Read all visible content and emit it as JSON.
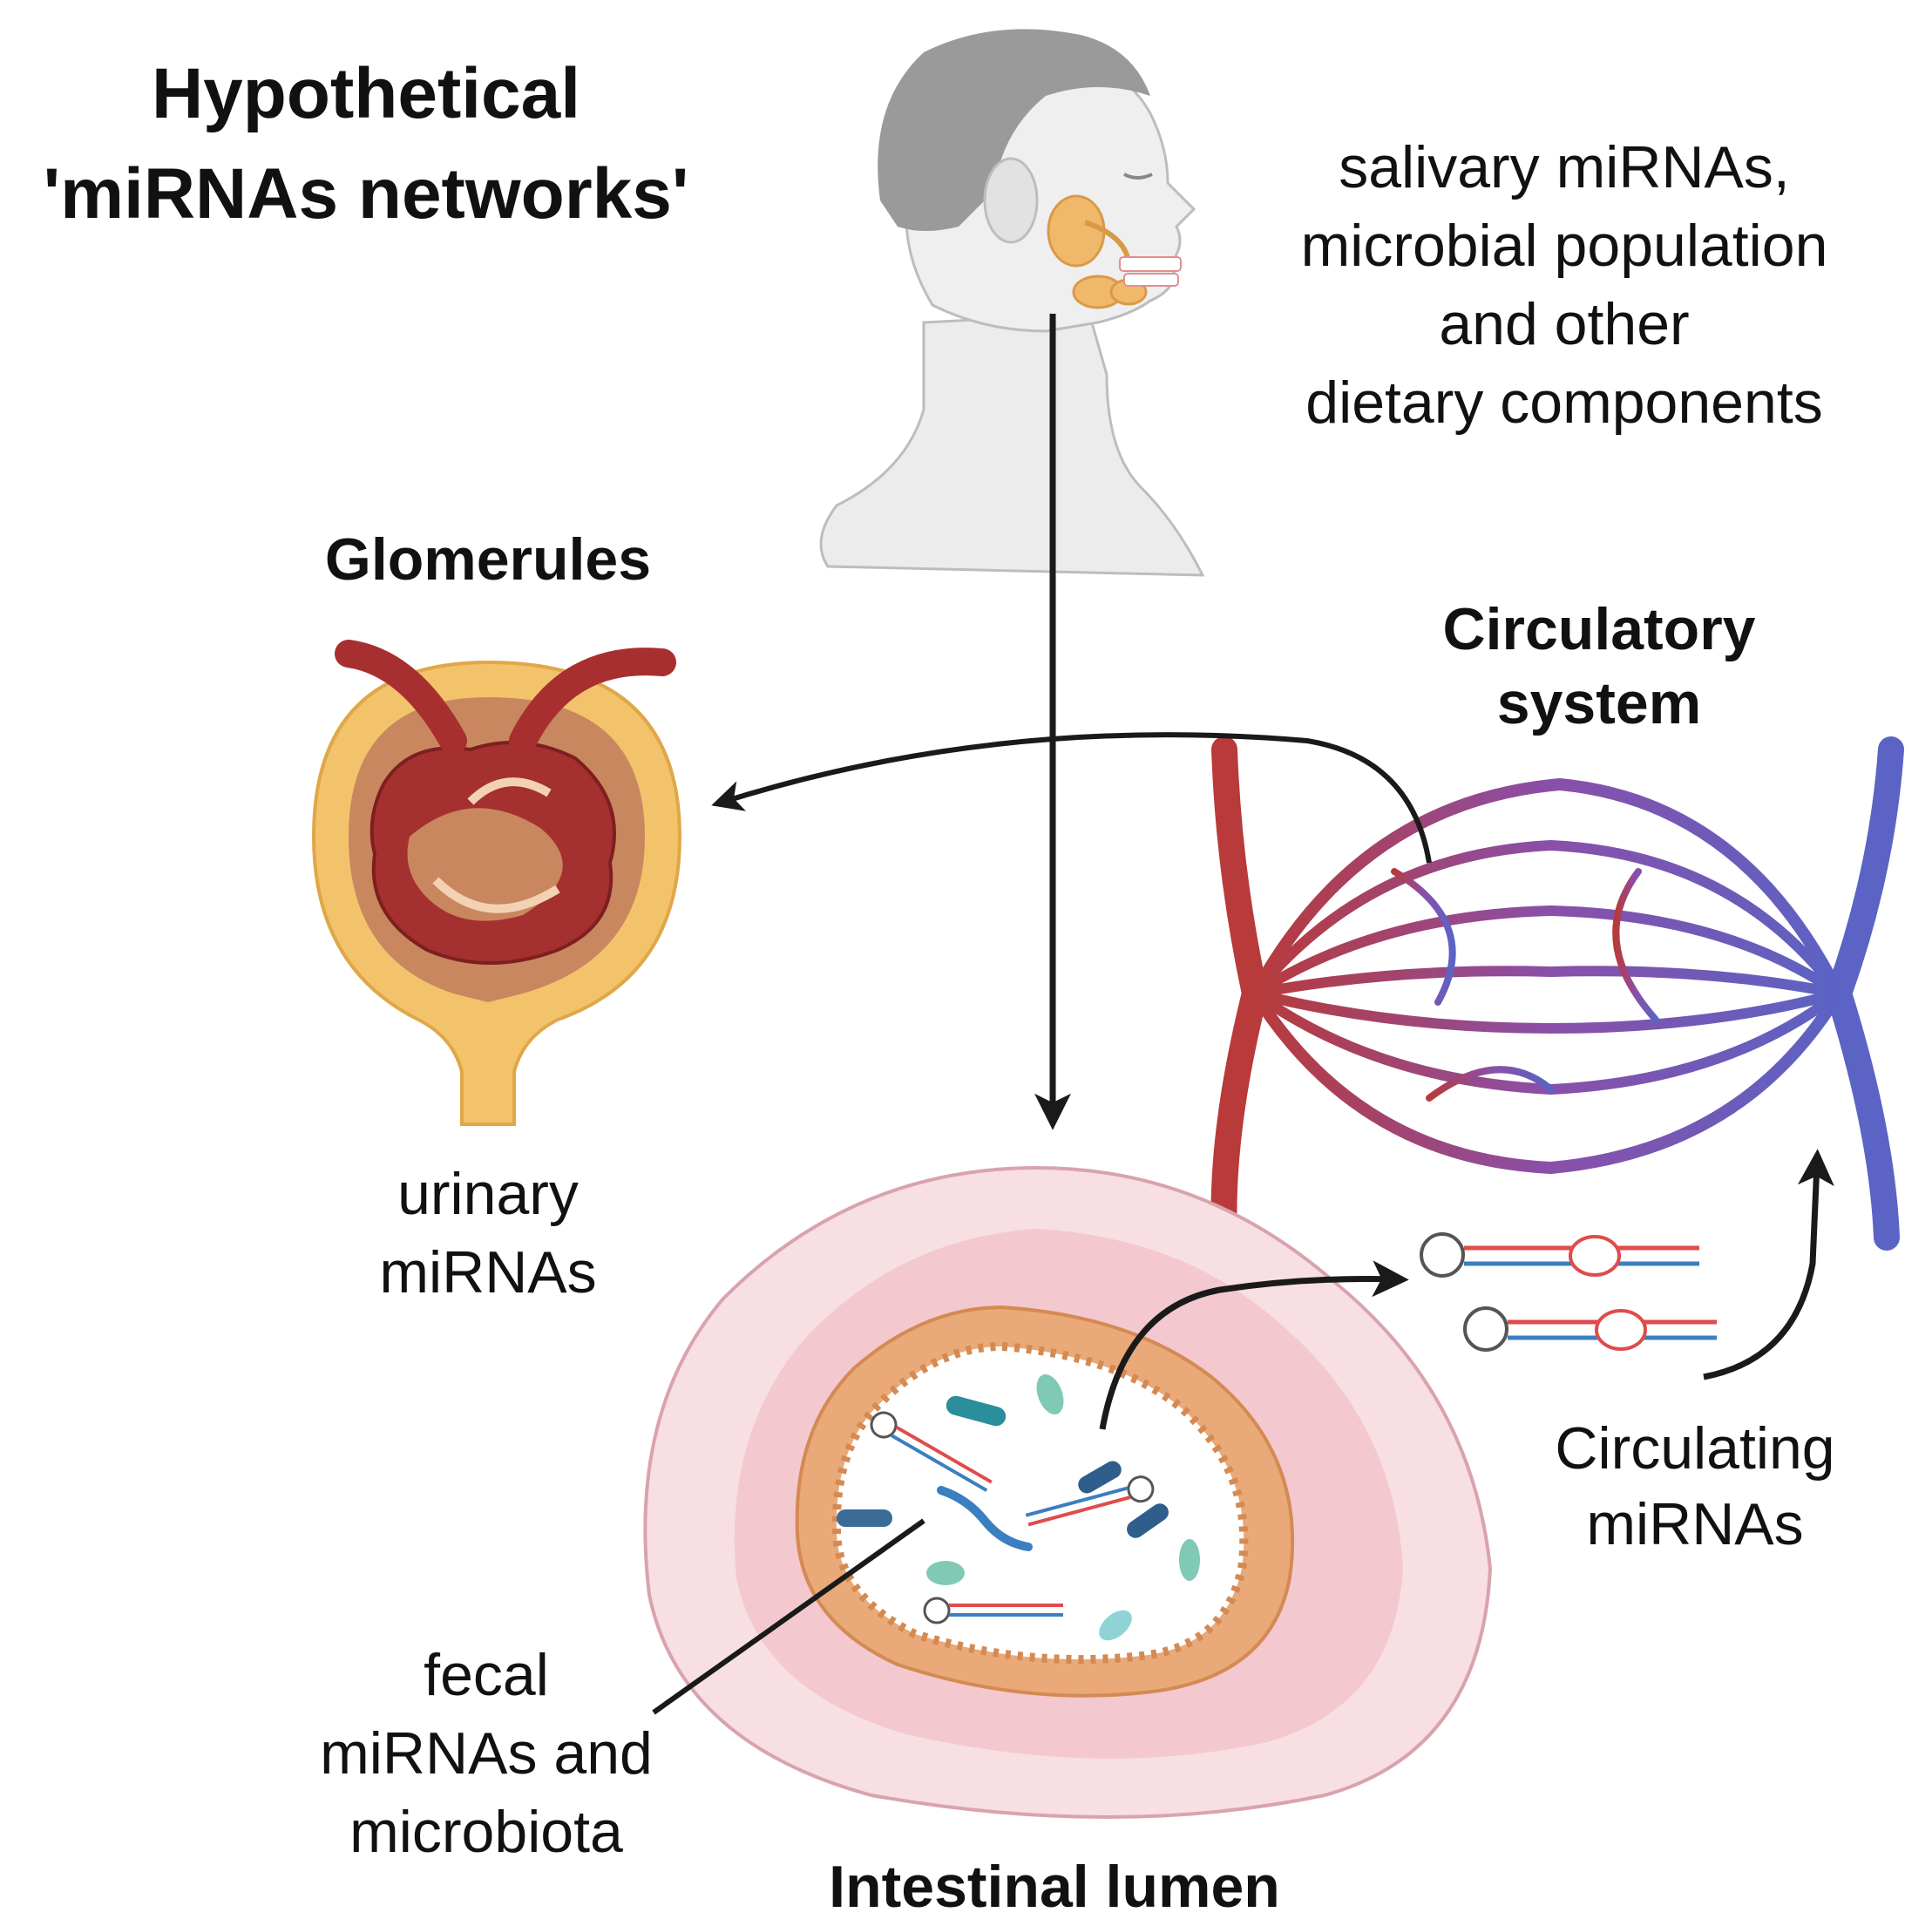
{
  "title": {
    "line1": "Hypothetical",
    "line2": "'miRNAs networks'"
  },
  "head": {
    "caption": {
      "line1": "salivary miRNAs,",
      "line2": "microbial population",
      "line3": "and other",
      "line4": "dietary components"
    }
  },
  "glomerules": {
    "title": "Glomerules",
    "caption": {
      "line1": "urinary",
      "line2": "miRNAs"
    }
  },
  "circulatory": {
    "title": {
      "line1": "Circulatory",
      "line2": "system"
    },
    "caption": {
      "line1": "Circulating",
      "line2": "miRNAs"
    }
  },
  "intestine": {
    "title": "Intestinal lumen",
    "caption": {
      "line1": "fecal",
      "line2": "miRNAs and",
      "line3": "microbiota"
    }
  },
  "colors": {
    "artery": "#b83a3a",
    "vein": "#5b63c4",
    "capillary_mid": "#8a4fa8",
    "skin": "#e8e8e8",
    "hair": "#9a9a9a",
    "gland": "#f0b86a",
    "capsule": "#f3c36b",
    "intestine_outer": "#f7dfe3",
    "intestine_mid": "#f3c8cf",
    "intestine_inner": "#e9a978",
    "lumen": "#ffffff",
    "rna_red": "#e04b4b",
    "rna_blue": "#3a7fc0",
    "arrow": "#1a1a1a"
  }
}
